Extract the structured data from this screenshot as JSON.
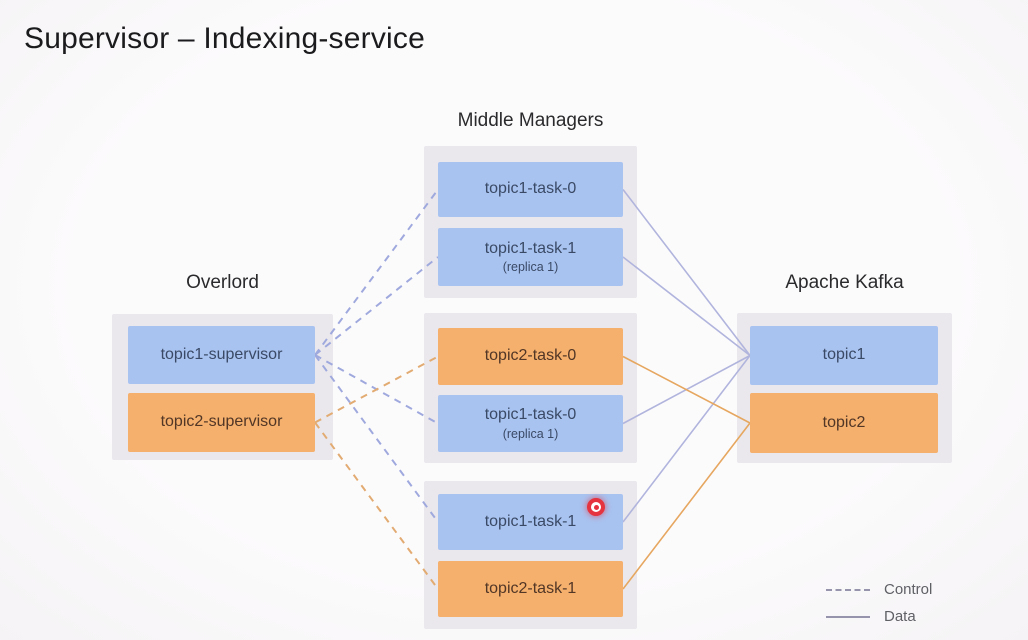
{
  "title": "Supervisor – Indexing-service",
  "columns": {
    "overlord": {
      "label": "Overlord",
      "nodes": [
        {
          "id": "topic1-supervisor",
          "label": "topic1-supervisor",
          "color": "blue"
        },
        {
          "id": "topic2-supervisor",
          "label": "topic2-supervisor",
          "color": "orange"
        }
      ]
    },
    "middle_managers": {
      "label": "Middle Managers",
      "groups": [
        {
          "nodes": [
            {
              "id": "mm1-topic1-task-0",
              "label": "topic1-task-0",
              "color": "blue"
            },
            {
              "id": "mm1-topic1-task-1",
              "label": "topic1-task-1",
              "sublabel": "(replica 1)",
              "color": "blue"
            }
          ]
        },
        {
          "nodes": [
            {
              "id": "mm2-topic2-task-0",
              "label": "topic2-task-0",
              "color": "orange"
            },
            {
              "id": "mm2-topic1-task-0",
              "label": "topic1-task-0",
              "sublabel": "(replica 1)",
              "color": "blue"
            }
          ]
        },
        {
          "nodes": [
            {
              "id": "mm3-topic1-task-1",
              "label": "topic1-task-1",
              "color": "blue",
              "badge": "recording-dot"
            },
            {
              "id": "mm3-topic2-task-1",
              "label": "topic2-task-1",
              "color": "orange"
            }
          ]
        }
      ]
    },
    "kafka": {
      "label": "Apache Kafka",
      "nodes": [
        {
          "id": "kafka-topic1",
          "label": "topic1",
          "color": "blue"
        },
        {
          "id": "kafka-topic2",
          "label": "topic2",
          "color": "orange"
        }
      ]
    }
  },
  "edges": [
    {
      "from": "topic1-supervisor",
      "to": "mm1-topic1-task-0",
      "type": "control",
      "palette": "blue"
    },
    {
      "from": "topic1-supervisor",
      "to": "mm1-topic1-task-1",
      "type": "control",
      "palette": "blue"
    },
    {
      "from": "topic1-supervisor",
      "to": "mm2-topic1-task-0",
      "type": "control",
      "palette": "blue"
    },
    {
      "from": "topic1-supervisor",
      "to": "mm3-topic1-task-1",
      "type": "control",
      "palette": "blue"
    },
    {
      "from": "topic2-supervisor",
      "to": "mm2-topic2-task-0",
      "type": "control",
      "palette": "orange"
    },
    {
      "from": "topic2-supervisor",
      "to": "mm3-topic2-task-1",
      "type": "control",
      "palette": "orange"
    },
    {
      "from": "mm1-topic1-task-0",
      "to": "kafka-topic1",
      "type": "data",
      "palette": "blue"
    },
    {
      "from": "mm1-topic1-task-1",
      "to": "kafka-topic1",
      "type": "data",
      "palette": "blue"
    },
    {
      "from": "mm2-topic1-task-0",
      "to": "kafka-topic1",
      "type": "data",
      "palette": "blue"
    },
    {
      "from": "mm3-topic1-task-1",
      "to": "kafka-topic1",
      "type": "data",
      "palette": "blue"
    },
    {
      "from": "mm2-topic2-task-0",
      "to": "kafka-topic2",
      "type": "data",
      "palette": "orange"
    },
    {
      "from": "mm3-topic2-task-1",
      "to": "kafka-topic2",
      "type": "data",
      "palette": "orange"
    }
  ],
  "legend": {
    "items": [
      {
        "style": "dashed",
        "label": "Control"
      },
      {
        "style": "solid",
        "label": "Data"
      }
    ]
  },
  "colors": {
    "background": "#fbfafb",
    "panel": "#eae8ec",
    "blue_node": "#a9c3f0",
    "orange_node": "#f4b06c",
    "node_text_blue": "#3a4a66",
    "node_text_orange": "#523626",
    "control_blue": "#9fa9dd",
    "control_orange": "#e2ab72",
    "data_blue": "#b1b5dd",
    "data_orange": "#e6a760",
    "legend_line": "#9694ac",
    "badge_red": "#e5333f"
  }
}
